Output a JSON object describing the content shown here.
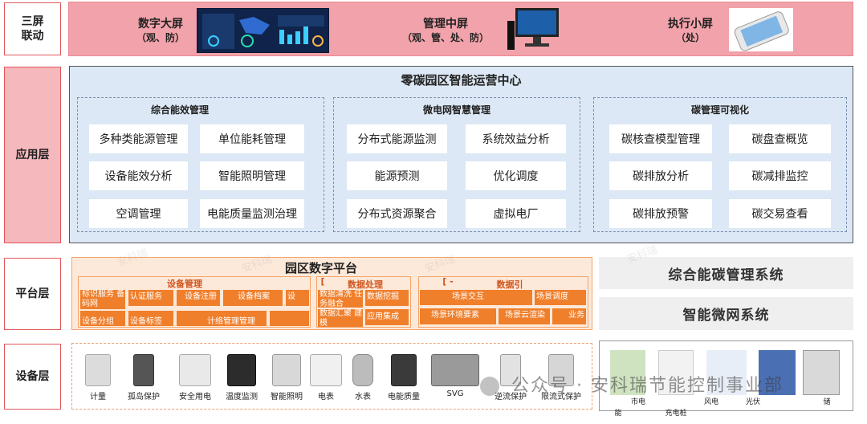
{
  "layers": {
    "top": [
      "三屏",
      "联动"
    ],
    "application": "应用层",
    "platform": "平台层",
    "device": "设备层"
  },
  "screens": [
    {
      "title": "数字大屏",
      "sub": "（观、防）"
    },
    {
      "title": "管理中屏",
      "sub": "（观、管、处、防）"
    },
    {
      "title": "执行小屏",
      "sub": "（处）"
    }
  ],
  "application": {
    "title": "零碳园区智能运营中心",
    "groups": [
      {
        "title": "综合能效管理",
        "items": [
          "多种类能源管理",
          "单位能耗管理",
          "设备能效分析",
          "智能照明管理",
          "空调管理",
          "电能质量监测治理"
        ]
      },
      {
        "title": "微电网智慧管理",
        "items": [
          "分布式能源监测",
          "系统效益分析",
          "能源预测",
          "优化调度",
          "分布式资源聚合",
          "虚拟电厂"
        ]
      },
      {
        "title": "碳管理可视化",
        "items": [
          "碳核查模型管理",
          "碳盘查概览",
          "碳排放分析",
          "碳减排监控",
          "碳排放预警",
          "碳交易查看"
        ]
      }
    ]
  },
  "platform": {
    "title": "园区数字平台",
    "device_mgmt": {
      "title": "设备管理",
      "row1": [
        "标识服务 备码网",
        "认证服务",
        "设备注册",
        "设备档案",
        "设"
      ],
      "row2": [
        "设备分组",
        "设备标签",
        "计络管理管理"
      ]
    },
    "data_proc": {
      "title": "数据处理",
      "prefix": "[",
      "row1": [
        "数据清洗 任务融合",
        "数据挖掘"
      ],
      "row2": [
        "数据汇聚 建模",
        "应用集成"
      ]
    },
    "data_engine": {
      "title": "数据引",
      "prefix": "[ -",
      "row1": [
        "场景交互",
        "场景调度"
      ],
      "row2": [
        "场景环境要素",
        "场景云渲染",
        "业务"
      ]
    },
    "systems": [
      "综合能碳管理系统",
      "智能微网系统"
    ]
  },
  "devices": [
    "计量",
    "孤岛保护",
    "安全用电",
    "温度监测",
    "智能照明",
    "电表",
    "水表",
    "电能质量",
    "SVG",
    "逆流保护",
    "限流式保护"
  ],
  "energy": {
    "labels": [
      "市电",
      "充电桩",
      "风电",
      "光伏",
      "储"
    ],
    "sub_label": "能"
  },
  "watermark": {
    "main": "公众号 · 安科瑞节能控制事业部",
    "tiled": "安科瑞"
  },
  "colors": {
    "accent_red": "#e0565a",
    "top_band": "#f2a2aa",
    "app_bg": "#dce8f5",
    "platform_orange": "#f07f2b"
  }
}
